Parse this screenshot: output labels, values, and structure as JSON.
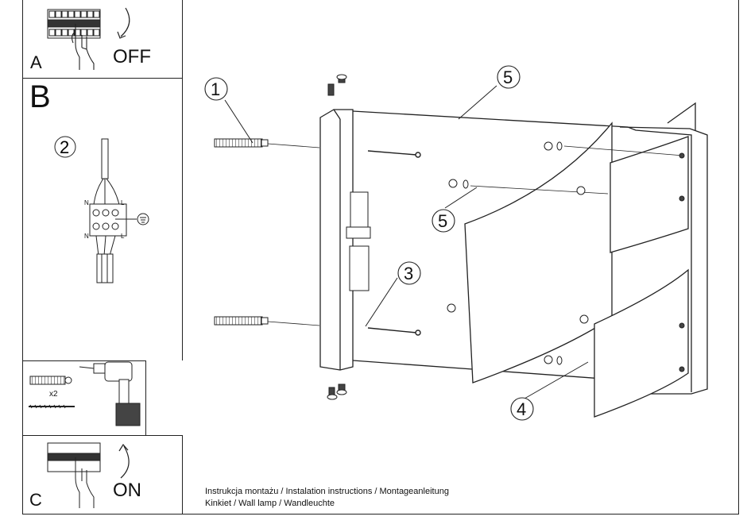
{
  "panels": {
    "a": {
      "label": "A",
      "switch_state": "OFF"
    },
    "b": {
      "label": "B"
    },
    "c": {
      "label": "C",
      "switch_state": "ON"
    }
  },
  "wiring": {
    "callout": "2",
    "terminal_labels_top": [
      "N",
      "L"
    ],
    "terminal_labels_bottom": [
      "N",
      "L"
    ],
    "ground_symbol": "earth-ground-icon"
  },
  "tools": {
    "quantity_note": "x2"
  },
  "callouts": [
    "1",
    "2",
    "3",
    "4",
    "5",
    "5"
  ],
  "caption": {
    "line1": "Instrukcja montażu / Instalation instructions / Montageanleitung",
    "line2": "Kinkiet / Wall lamp / Wandleuchte"
  }
}
